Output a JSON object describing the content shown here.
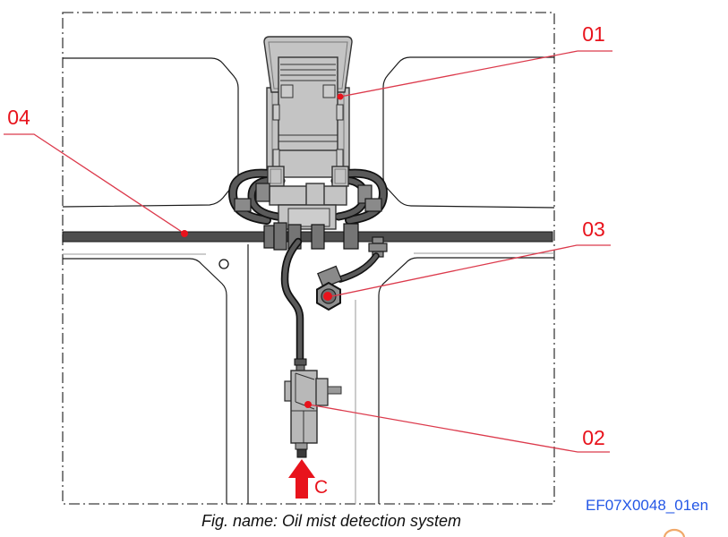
{
  "figure": {
    "caption": "Fig. name: Oil mist detection system",
    "drawing_code": "EF07X0048_01en"
  },
  "callouts": {
    "c01": "01",
    "c02": "02",
    "c03": "03",
    "c04": "04",
    "flow_direction": "C"
  },
  "colors": {
    "callout_red": "#e8131c",
    "leader_red": "#dc3a4c",
    "code_blue": "#2457e6",
    "rail_gray": "#4e4e4e",
    "pipe_gray": "#5a5a5a",
    "metal_gray": "#c4c4c4",
    "logo_orange": "#f0a96a"
  }
}
